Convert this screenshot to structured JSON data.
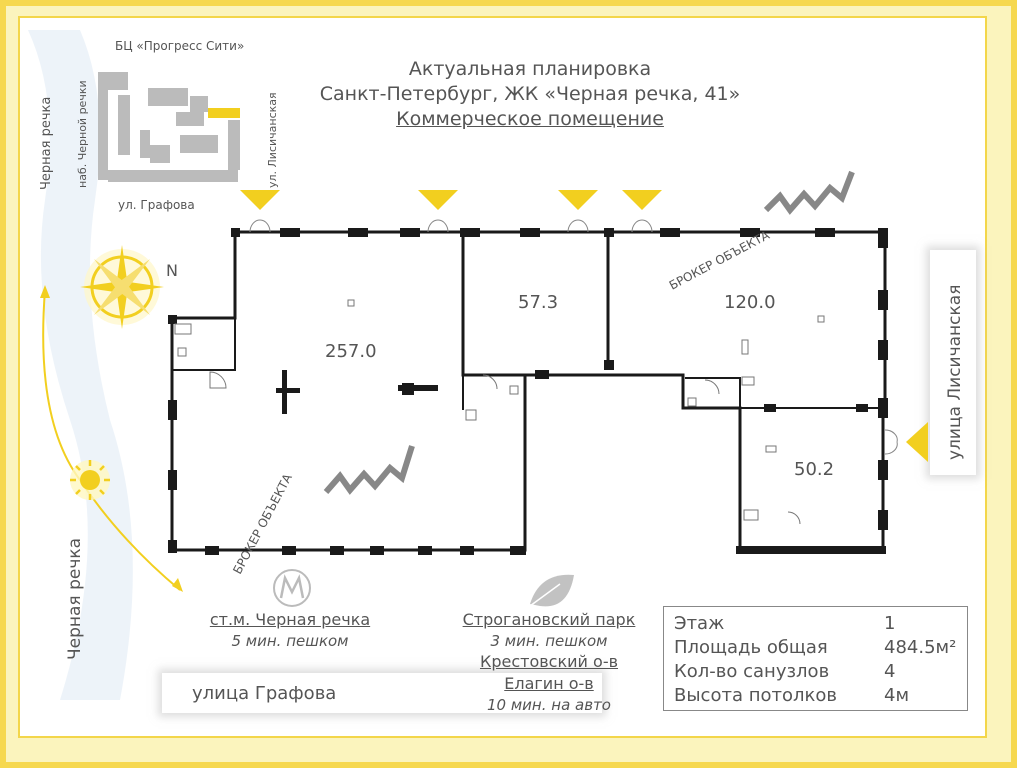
{
  "title": {
    "line1": "Актуальная планировка",
    "line2": "Санкт-Петербург, ЖК «Черная речка, 41»",
    "line3": "Коммерческое помещение"
  },
  "site_map": {
    "top_label": "БЦ «Прогресс Сити»",
    "left_label": "наб. Черной речки",
    "right_label": "ул. Лисичанская",
    "bottom_label": "ул. Графова"
  },
  "rooms": [
    {
      "label": "257.0"
    },
    {
      "label": "57.3"
    },
    {
      "label": "120.0"
    },
    {
      "label": "50.2"
    }
  ],
  "compass_label": "N",
  "watermark": "БРОКЕР ОБЪЕКТА",
  "streets": {
    "river_top": "Черная речка",
    "river_bottom": "Черная речка",
    "right": "улица Лисичанская",
    "bottom": "улица Графова"
  },
  "metro": {
    "name": "ст.м. Черная речка",
    "time": "5 мин. пешком"
  },
  "parks": {
    "park1": "Строгановский парк",
    "park1_time": "3 мин. пешком",
    "park2": "Крестовский о-в",
    "park3": "Елагин о-в",
    "park_time2": "10 мин. на авто"
  },
  "stats": [
    {
      "label": "Этаж",
      "value": "1"
    },
    {
      "label": "Площадь общая",
      "value": "484.5м²"
    },
    {
      "label": "Кол-во санузлов",
      "value": "4"
    },
    {
      "label": "Высота потолков",
      "value": "4м"
    }
  ],
  "colors": {
    "accent": "#f2cf1f",
    "frame": "#f6d84f",
    "wall": "#1a1a1a"
  }
}
